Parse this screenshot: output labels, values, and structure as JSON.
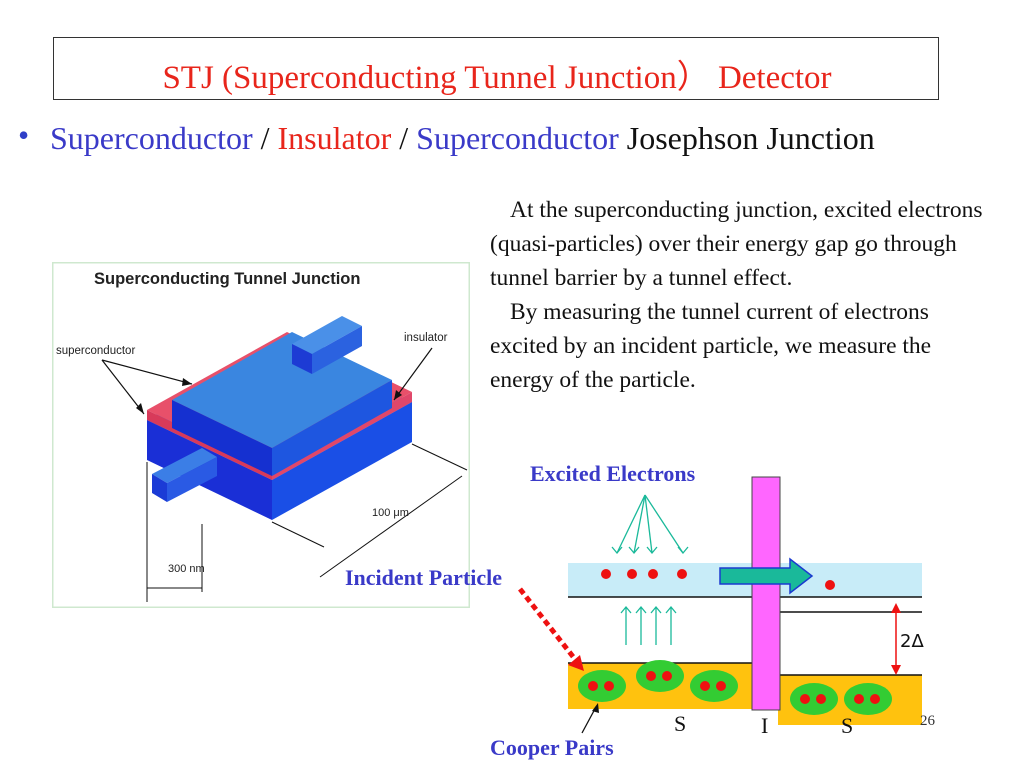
{
  "title": "STJ (Superconducting Tunnel Junction） Detector",
  "bullet": {
    "part1": "Superconductor",
    "sep1": " / ",
    "part2": "Insulator",
    "sep2": " / ",
    "part3": "Superconductor",
    "tail": " Josephson Junction"
  },
  "paragraph": {
    "p1": "At the superconducting junction, excited electrons (quasi-particles) over their energy gap go through tunnel barrier by a tunnel effect.",
    "p2": "By measuring the tunnel current of electrons excited by an incident particle, we measure the energy of the particle."
  },
  "figure": {
    "title": "Superconducting Tunnel Junction",
    "label_superconductor": "superconductor",
    "label_insulator": "insulator",
    "dim_width": "100 μm",
    "dim_thickness": "300 nm"
  },
  "diagram": {
    "excited_electrons": "Excited Electrons",
    "incident_particle": "Incident Particle",
    "cooper_pairs": "Cooper Pairs",
    "gap": "2Δ",
    "s_left": "S",
    "i_label": "I",
    "s_right": "S"
  },
  "page_number": "26",
  "colors": {
    "title": "#e8251b",
    "superconductor_blue": "#3a3ac8",
    "insulator_red": "#e8251b",
    "barrier_magenta": "#ff66ff",
    "band_light_blue": "#c8ecf8",
    "band_orange": "#ffc20e",
    "pair_green": "#33cc33",
    "electron_red": "#ee1111"
  }
}
